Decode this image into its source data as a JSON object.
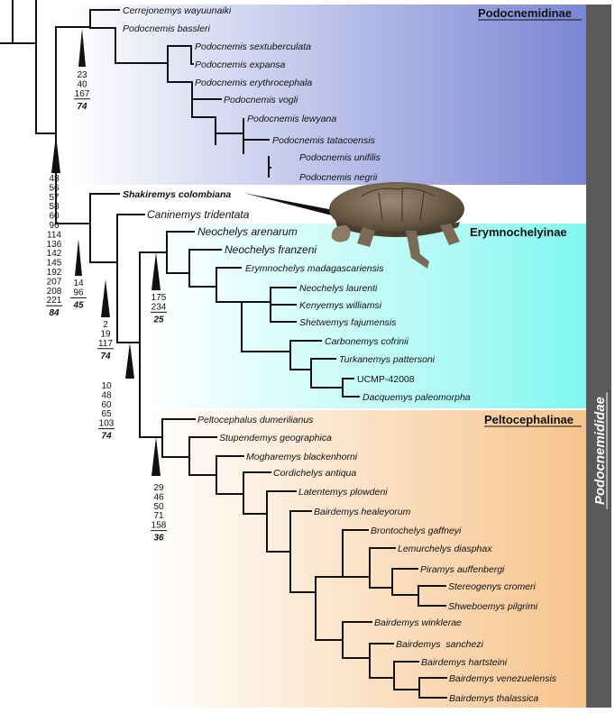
{
  "family": "Podocnemididae",
  "clades": {
    "podocnemidinae": "Podocnemidinae",
    "erymnochelyinae": "Erymnochelyinae",
    "peltocephalinae": "Peltocephalinae"
  },
  "colors": {
    "podocnemidinae": "#7a86d4",
    "erymnochelyinae": "#7ff7f0",
    "peltocephalinae": "#f7c48c",
    "family_bar": "#5a5a5a",
    "branch": "#111111",
    "turtle_shell": "#6a5a45",
    "turtle_skin": "#8a7a66"
  },
  "taxa": {
    "cerrejonemys_wayuunaiki": "Cerrejonemys wayuunaiki",
    "podocnemis_bassleri": "Podocnemis bassleri",
    "podocnemis_sextuberculata": "Podocnemis sextuberculata",
    "podocnemis_expansa": "Podocnemis expansa",
    "podocnemis_erythrocephala": "Podocnemis erythrocephala",
    "podocnemis_vogli": "Podocnemis vogli",
    "podocnemis_lewyana": "Podocnemis lewyana",
    "podocnemis_tatacoensis": "Podocnemis tatacoensis",
    "podocnemis_unifilis": "Podocnemis unifilis",
    "podocnemis_negrii": "Podocnemis negrii",
    "shakiremys_colombiana": "Shakiremys colombiana",
    "caninemys_tridentata": "Caninemys tridentata",
    "neochelys_arenarum": "Neochelys arenarum",
    "neochelys_franzeni": "Neochelys franzeni",
    "erymnochelys_madagascariensis": "Erymnochelys madagascariensis",
    "neochelys_laurenti": "Neochelys laurenti",
    "kenyemys_williamsi": "Kenyemys williamsi",
    "shetwemys_fajumensis": "Shetwemys fajumensis",
    "carbonemys_cofrinii": "Carbonemys cofrinii",
    "turkanemys_pattersoni": "Turkanemys pattersoni",
    "ucmp_42008": "UCMP-42008",
    "dacquemys_paleomorpha": "Dacquemys paleomorpha",
    "peltocephalus_dumerilianus": "Peltocephalus dumerilianus",
    "stupendemys_geographica": "Stupendemys geographica",
    "mogharemys_blackenhorni": "Mogharemys blackenhorni",
    "cordichelys_antiqua": "Cordichelys antiqua",
    "latentemys_plowdeni": "Latentemys plowdeni",
    "bairdemys_healeyorum": "Bairdemys healeyorum",
    "brontochelys_gaffneyi": "Brontochelys gaffneyi",
    "lemurchelys_diasphax": "Lemurchelys diasphax",
    "piramys_auffenbergi": "Piramys auffenbergi",
    "stereogenys_cromeri": "Stereogenys cromeri",
    "shweboemys_pilgrimi": "Shweboemys pilgrimi",
    "bairdemys_winklerae": "Bairdemys winklerae",
    "bairdemys_sanchezi": "Bairdemys  sanchezi",
    "bairdemys_hartsteini": "Bairdemys hartsteini",
    "bairdemys_venezuelensis": "Bairdemys venezuelensis",
    "bairdemys_thalassica": "Bairdemys thalassica"
  },
  "node_support": {
    "podocnemidinae": {
      "chars": [
        "23",
        "40",
        "167"
      ],
      "bremer": "74"
    },
    "big_node": {
      "chars": [
        "48",
        "56",
        "57",
        "58",
        "60",
        "96",
        "114",
        "136",
        "142",
        "145",
        "192",
        "207",
        "208",
        "221"
      ],
      "bremer": "84"
    },
    "shakiremys_node": {
      "chars": [
        "14",
        "96"
      ],
      "bremer": "45"
    },
    "caninemys_node": {
      "chars": [
        "2",
        "19",
        "117"
      ],
      "bremer": "74"
    },
    "erym_pelto_node": {
      "chars": [
        "10",
        "48",
        "60",
        "65",
        "103"
      ],
      "bremer": "74"
    },
    "erymnochelyinae": {
      "chars": [
        "175",
        "234"
      ],
      "bremer": "25"
    },
    "peltocephalinae": {
      "chars": [
        "29",
        "46",
        "50",
        "71",
        "158"
      ],
      "bremer": "36"
    }
  }
}
